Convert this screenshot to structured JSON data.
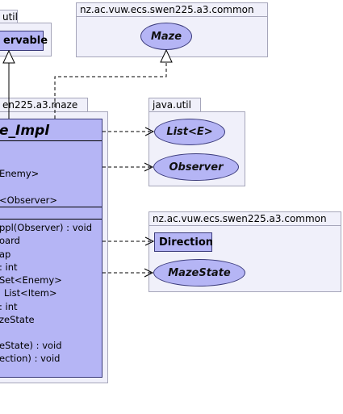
{
  "packages": {
    "util_top": {
      "name": "util"
    },
    "common_top": {
      "name": "nz.ac.vuw.ecs.swen225.a3.common"
    },
    "maze": {
      "name": "en225.a3.maze"
    },
    "java_util": {
      "name": "java.util"
    },
    "common_bottom": {
      "name": "nz.ac.vuw.ecs.swen225.a3.common"
    }
  },
  "nodes": {
    "observable": "ervable",
    "maze": "Maze",
    "list": "List<E>",
    "observer": "Observer",
    "direction": "Direction",
    "maze_state": "MazeState"
  },
  "main_class": {
    "title": "e_Impl",
    "attributes": [
      "Enemy>",
      "<Observer>"
    ],
    "operations": [
      "ppl(Observer) : void",
      "oard",
      "ap",
      ": int",
      "Set<Enemy>",
      "List<Item>",
      ": int",
      "zeState",
      "",
      "eState) : void",
      "ection) : void"
    ]
  },
  "colors": {
    "node_fill": "#b5b5f5",
    "package_fill": "#f0f0fa",
    "package_border": "#a6a6ba",
    "node_border": "#3a3a7a"
  }
}
